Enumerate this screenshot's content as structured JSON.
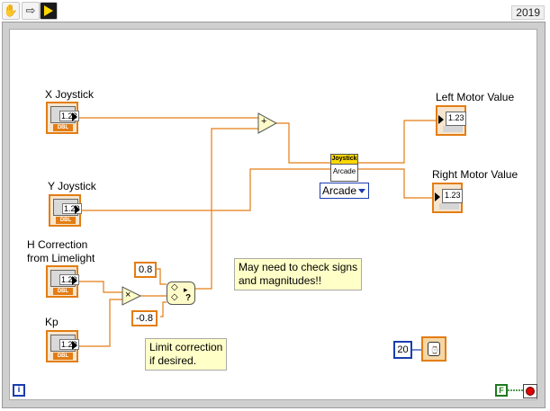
{
  "toolbar": {
    "year": "2019"
  },
  "controls": {
    "x_joystick": {
      "label": "X Joystick",
      "display": "1.23",
      "type": "DBL"
    },
    "y_joystick": {
      "label": "Y Joystick",
      "display": "1.23",
      "type": "DBL"
    },
    "h_correction": {
      "label_line1": "H Correction",
      "label_line2": "from Limelight",
      "display": "1.23",
      "type": "DBL"
    },
    "kp": {
      "label": "Kp",
      "display": "1.23",
      "type": "DBL"
    }
  },
  "indicators": {
    "left_motor": {
      "label": "Left Motor Value",
      "display": "1.23"
    },
    "right_motor": {
      "label": "Right Motor Value",
      "display": "1.23"
    }
  },
  "constants": {
    "upper_limit": "0.8",
    "lower_limit": "-0.8",
    "wait_ms": "20",
    "stop_bool": "F"
  },
  "subvi": {
    "header": "Joystick",
    "body": "Arcade"
  },
  "enum": {
    "selected": "Arcade"
  },
  "operators": {
    "add": "+",
    "multiply": "×",
    "in_range_symbol": "?"
  },
  "comments": {
    "check_signs": [
      "May need to check signs",
      "and magnitudes!!"
    ],
    "limit": [
      "Limit correction",
      "if desired."
    ]
  },
  "loop": {
    "iteration_terminal": "i"
  },
  "colors": {
    "double_wire": "#e37d14",
    "integer_wire": "#1a3cb0",
    "boolean_wire": "#1e7a1e",
    "comment_bg": "#ffffc8"
  }
}
